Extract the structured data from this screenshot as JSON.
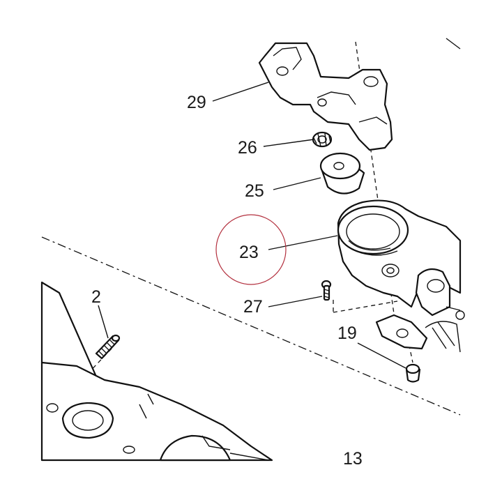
{
  "diagram": {
    "callouts": [
      {
        "id": "29",
        "label": "29"
      },
      {
        "id": "26",
        "label": "26"
      },
      {
        "id": "25",
        "label": "25"
      },
      {
        "id": "23",
        "label": "23"
      },
      {
        "id": "27",
        "label": "27"
      },
      {
        "id": "19",
        "label": "19"
      },
      {
        "id": "2",
        "label": "2"
      },
      {
        "id": "13",
        "label": "13"
      }
    ],
    "highlight": {
      "callout": "23",
      "color": "#b3303e"
    },
    "line_color": "#111111"
  }
}
